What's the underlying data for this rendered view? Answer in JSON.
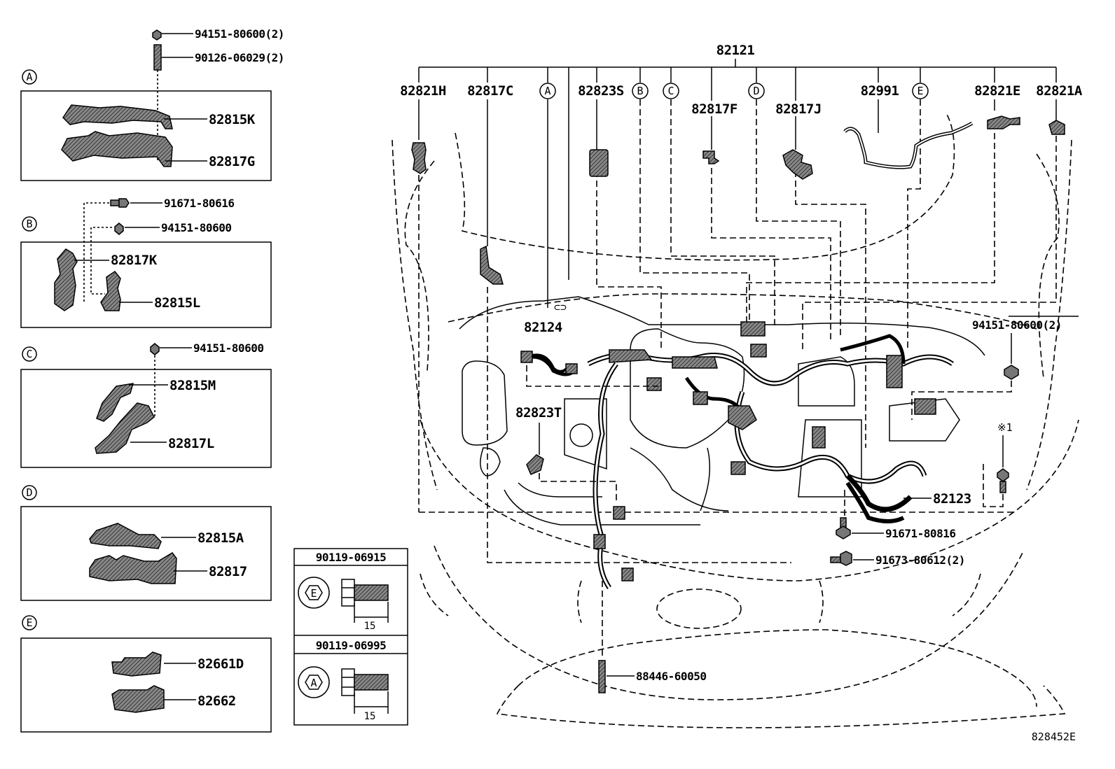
{
  "main_part": "82121",
  "top_labels": {
    "p82821H": "82821H",
    "p82817C": "82817C",
    "circA": "A",
    "p82823S": "82823S",
    "circB": "B",
    "circC": "C",
    "p82817F": "82817F",
    "circD": "D",
    "p82817J": "82817J",
    "p82991": "82991",
    "circE": "E",
    "p82821E": "82821E",
    "p82821A": "82821A"
  },
  "engine_labels": {
    "p82124": "82124",
    "p82823T": "82823T",
    "p82123": "82123",
    "nut_right": "94151-80600(2)",
    "ref_mark": "※1",
    "bolt_91671": "91671-80816",
    "bolt_91673": "91673-80612(2)",
    "stud_88446": "88446-60050"
  },
  "groups": {
    "A": {
      "letter": "A",
      "nut": "94151-80600(2)",
      "stud": "90126-06029(2)",
      "p1": "82815K",
      "p2": "82817G"
    },
    "B": {
      "letter": "B",
      "bolt": "91671-80616",
      "nut": "94151-80600",
      "p1": "82817K",
      "p2": "82815L"
    },
    "C": {
      "letter": "C",
      "nut": "94151-80600",
      "p1": "82815M",
      "p2": "82817L"
    },
    "D": {
      "letter": "D",
      "p1": "82815A",
      "p2": "82817"
    },
    "E": {
      "letter": "E",
      "p1": "82661D",
      "p2": "82662"
    }
  },
  "bolt_table": [
    {
      "part": "90119-06915",
      "head_mark": "E",
      "length": "15"
    },
    {
      "part": "90119-06995",
      "head_mark": "A",
      "length": "15"
    }
  ],
  "figure_id": "828452E"
}
